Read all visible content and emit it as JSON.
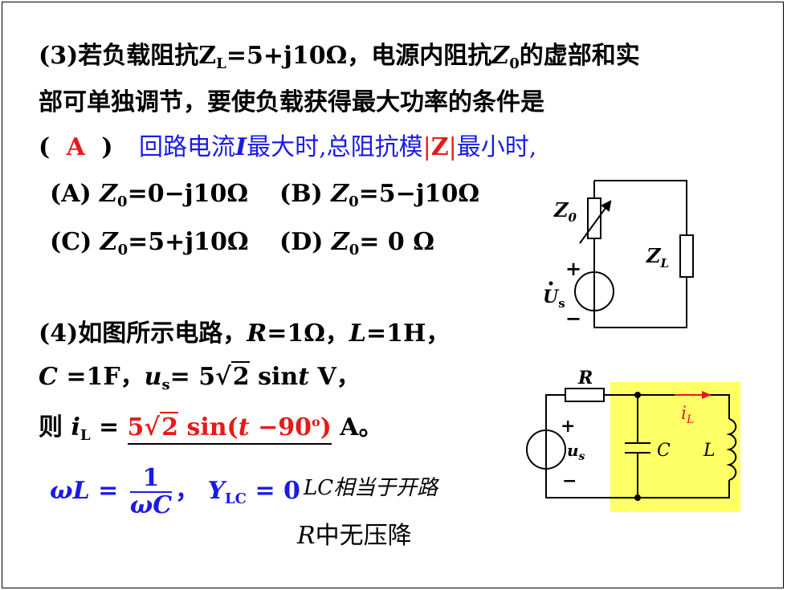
{
  "q3": {
    "line1_pre": "(3)若负载阻抗",
    "ZL": "Z",
    "ZL_sub": "L",
    "line1_mid": "=5+j10Ω，电源内阻抗",
    "Z0": "Z",
    "Z0_sub": "0",
    "line1_post": "的虚部和实",
    "line2": "部可单独调节，要使负载获得最大功率的条件是",
    "answer_open": "(",
    "answer": "A",
    "answer_close": ")",
    "hint_pre": "回路电流",
    "hint_I": "I",
    "hint_mid": "最大时,总阻抗模",
    "hint_bar1": "|",
    "hint_Z": "Z",
    "hint_bar2": "|",
    "hint_post": "最小时,",
    "options": [
      {
        "label": "(A)",
        "Z": "Z",
        "sub": "0",
        "value": "=0−j10Ω"
      },
      {
        "label": "(B)",
        "Z": "Z",
        "sub": "0",
        "value": "=5−j10Ω"
      },
      {
        "label": "(C)",
        "Z": "Z",
        "sub": "0",
        "value": "=5+j10Ω"
      },
      {
        "label": "(D)",
        "Z": "Z",
        "sub": "0",
        "value": "= 0 Ω"
      }
    ]
  },
  "q4": {
    "line1_pre": "(4)如图所示电路，",
    "R": "R",
    "R_val": "=1Ω，",
    "L": "L",
    "L_val": "=1H，",
    "C": "C",
    "C_val": " =1F，",
    "us": "u",
    "us_sub": "s",
    "us_eq": "= 5",
    "sqrt2": "2",
    "us_func": " sin",
    "t": "t",
    "us_unit": " V，",
    "then": "则",
    "iL": "i",
    "iL_sub": "L",
    "eq": " = ",
    "ans_five": "5",
    "ans_sqrt2": "2",
    "ans_sin": " sin(",
    "ans_t": "t",
    "ans_rest": " −90",
    "ans_deg": "o",
    "ans_close": ")",
    "unit_A": " A。",
    "omegaL": "ωL = ",
    "frac_num": "1",
    "frac_den": "ωC",
    "comma": "，",
    "Y": "Y",
    "Y_sub": "LC",
    "Y_val": " = 0",
    "lc_note": "LC相当于开路",
    "r_note_R": "R",
    "r_note": "中无压降"
  },
  "circuit1": {
    "z0_label": "Z",
    "z0_sub": "0",
    "zl_label": "Z",
    "zl_sub": "L",
    "plus": "+",
    "minus": "−",
    "us_label": "U",
    "us_sub": "s"
  },
  "circuit2": {
    "r_label": "R",
    "c_label": "C",
    "l_label": "L",
    "il_label": "i",
    "il_sub": "L",
    "us_label": "u",
    "us_sub": "s",
    "plus": "+",
    "minus": "−",
    "highlight_color": "#ffff66"
  },
  "colors": {
    "blue": "#1a1ae6",
    "red": "#e61a1a"
  }
}
